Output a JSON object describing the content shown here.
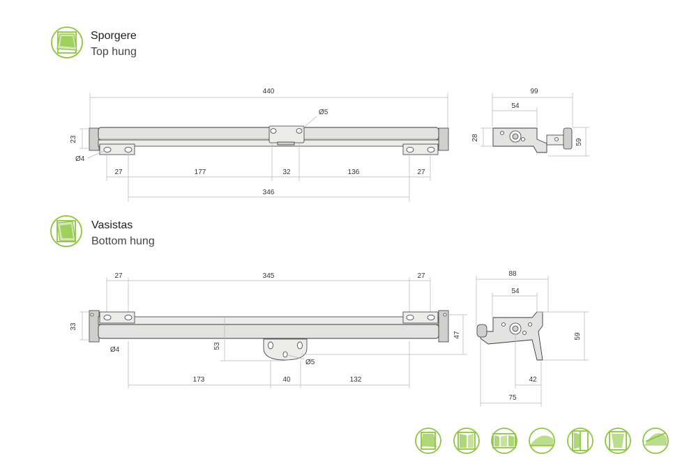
{
  "colors": {
    "accent": "#8dc63f",
    "line": "#3a3a3a",
    "dimension": "#b5b5b5"
  },
  "sections": [
    {
      "title": "Sporgere",
      "subtitle": "Top hung",
      "icon": "top-hung-window-icon"
    },
    {
      "title": "Vasistas",
      "subtitle": "Bottom hung",
      "icon": "bottom-hung-window-icon"
    }
  ],
  "top_hung": {
    "front": {
      "overall": "440",
      "height": "23",
      "hole_large": "Ø5",
      "hole_small": "Ø4",
      "segments": [
        "27",
        "177",
        "32",
        "136",
        "27"
      ],
      "span": "346"
    },
    "side": {
      "width": "99",
      "inner": "54",
      "height_left": "28",
      "height_right": "59"
    }
  },
  "bottom_hung": {
    "front": {
      "top_segments": [
        "27",
        "345",
        "27"
      ],
      "height": "33",
      "depth": "53",
      "right_height": "47",
      "hole_small": "Ø4",
      "hole_large": "Ø5",
      "bottom_segments": [
        "173",
        "40",
        "132"
      ]
    },
    "side": {
      "width": "88",
      "inner": "54",
      "height": "59",
      "offset": "42",
      "depth": "75"
    }
  },
  "footer_icons": [
    "top-hung-window-icon",
    "double-window-icon",
    "multi-pane-window-icon",
    "bottom-hung-oval-icon",
    "side-hung-window-icon",
    "pivot-window-icon",
    "skylight-oval-icon"
  ]
}
